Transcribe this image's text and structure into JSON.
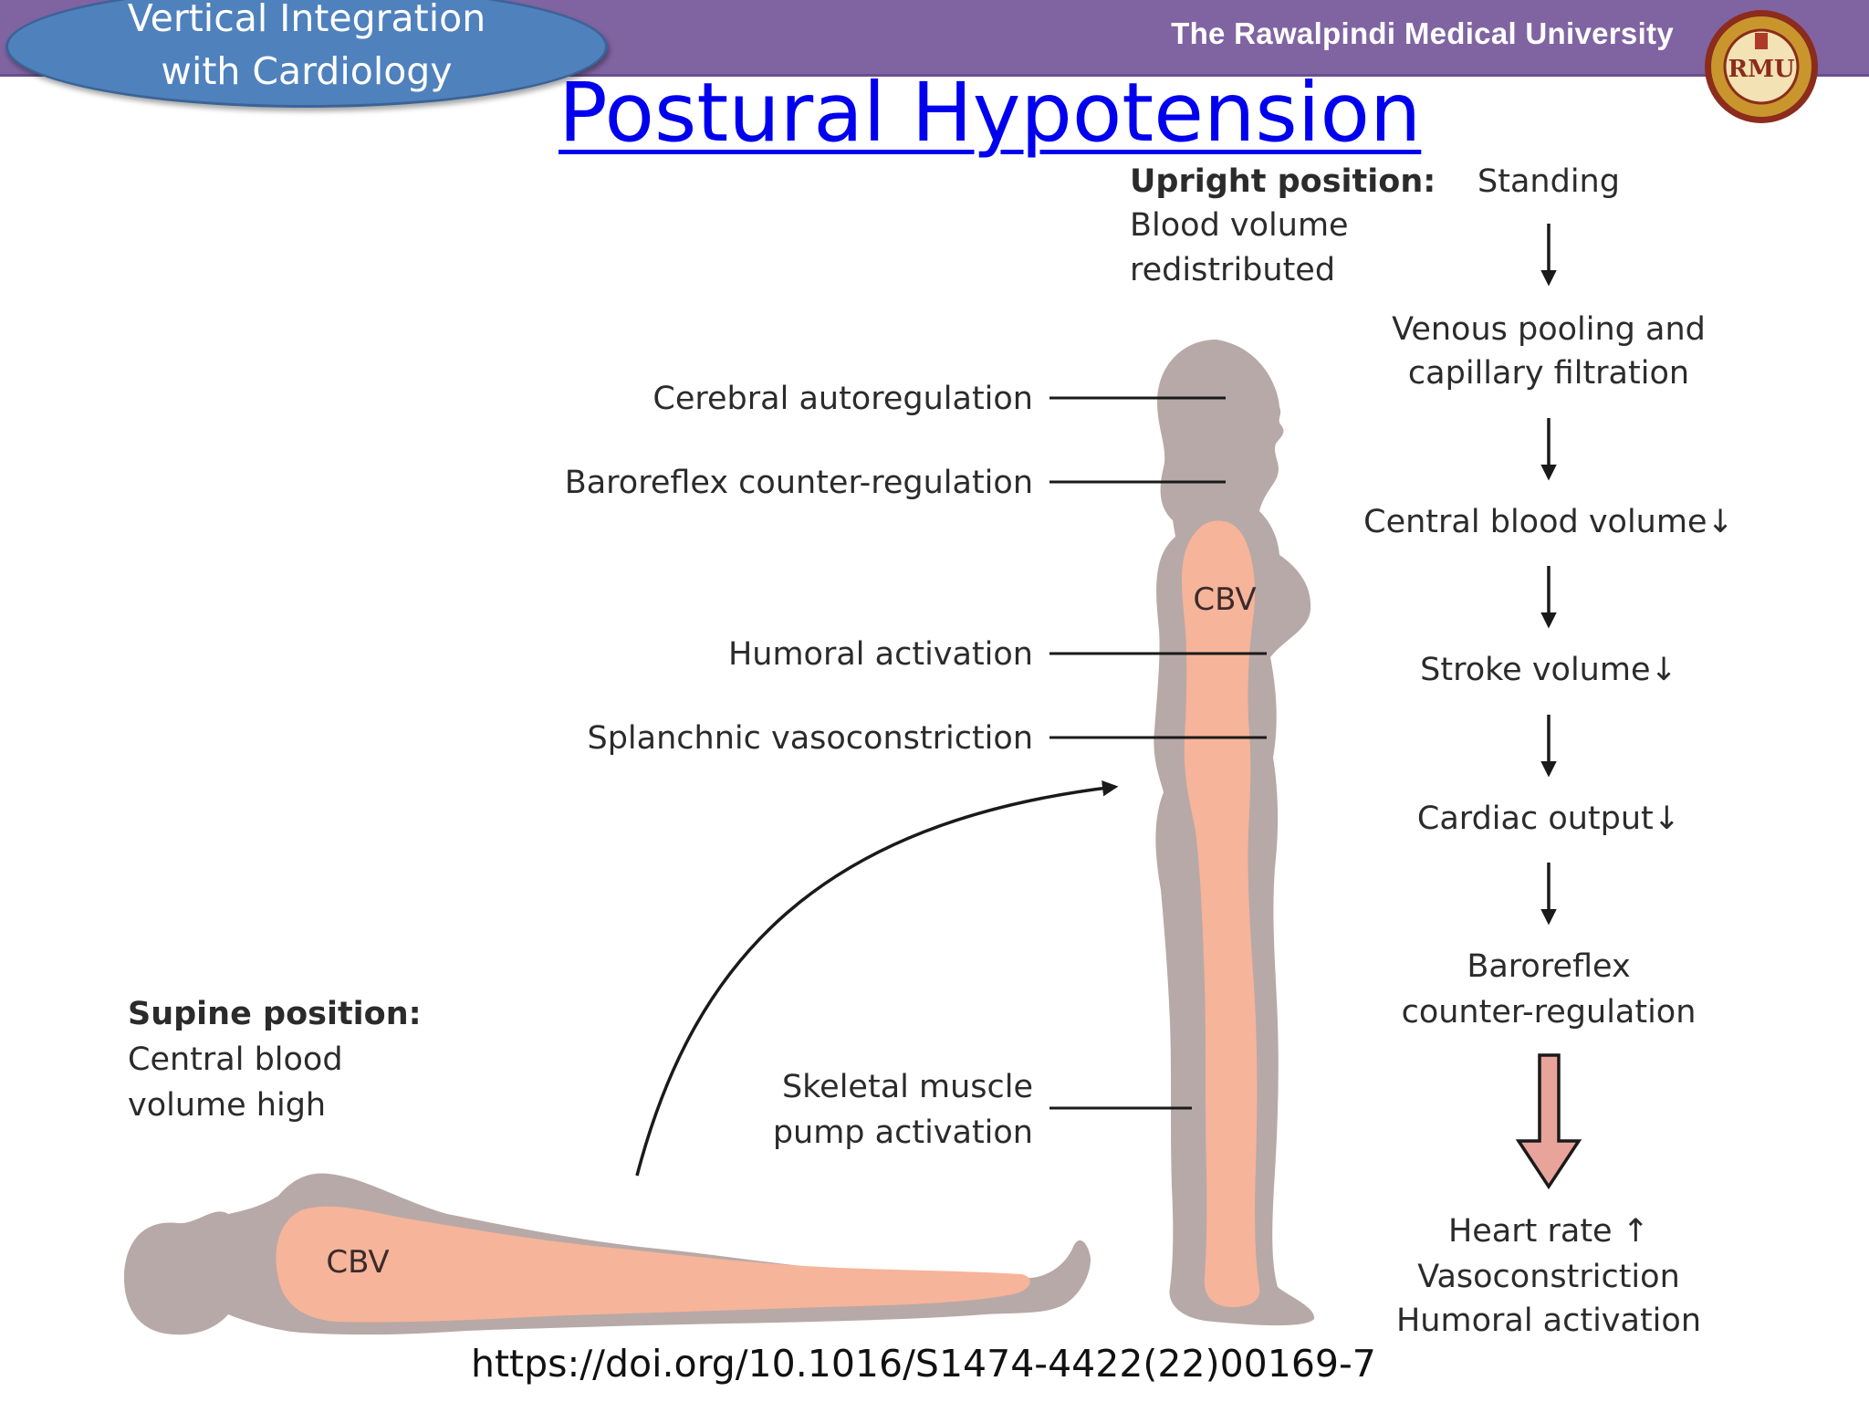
{
  "header": {
    "university": "The Rawalpindi Medical University",
    "badge_line1": "Vertical Integration",
    "badge_line2": "with Cardiology",
    "logo_letters": "RMU"
  },
  "title": "Postural Hypotension",
  "upright": {
    "heading": "Upright position:",
    "line1": "Blood volume",
    "line2": "redistributed"
  },
  "supine": {
    "heading": "Supine position:",
    "line1": "Central blood",
    "line2": "volume high"
  },
  "labels": {
    "cerebral": "Cerebral autoregulation",
    "baroreflex": "Baroreflex counter-regulation",
    "humoral": "Humoral activation",
    "splanchnic": "Splanchnic vasoconstriction",
    "skeletal1": "Skeletal muscle",
    "skeletal2": "pump activation",
    "cbv_upright": "CBV",
    "cbv_supine": "CBV"
  },
  "flow": {
    "standing": "Standing",
    "venous1": "Venous pooling and",
    "venous2": "capillary filtration",
    "central": "Central blood volume↓",
    "stroke": "Stroke volume↓",
    "cardiac": "Cardiac output↓",
    "baro1": "Baroreflex",
    "baro2": "counter-regulation",
    "hr": "Heart rate ↑",
    "vaso": "Vasoconstriction",
    "humoral": "Humoral activation"
  },
  "colors": {
    "header": "#8064a2",
    "badge": "#4f81bd",
    "title": "#0000ee",
    "body_silhouette": "#b7a9a7",
    "blood_volume": "#f6b49a",
    "big_arrow": "#e8a39b"
  },
  "doi": "https://doi.org/10.1016/S1474-4422(22)00169-7"
}
